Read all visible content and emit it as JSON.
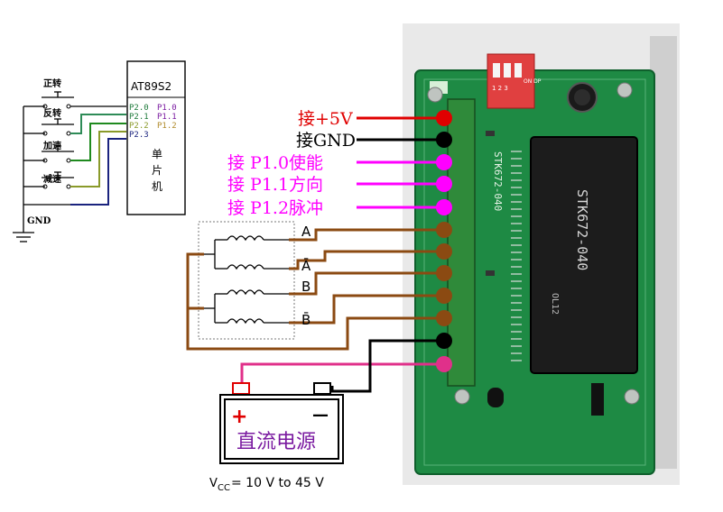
{
  "mcu": {
    "model": "AT89S2",
    "desc": [
      "单",
      "片",
      "机"
    ],
    "left_pins": [
      "P2.0",
      "P2.1",
      "P2.2",
      "P2.3"
    ],
    "right_pins": [
      "P1.0",
      "P1.1",
      "P1.2"
    ]
  },
  "buttons": [
    "正转",
    "反转",
    "加速",
    "减速"
  ],
  "gnd_label": "GND",
  "board": {
    "chip_label": "STK672-040",
    "chip_vertical_label": "STK672-040",
    "chip_small_label": "OL12",
    "dip_labels": [
      "1 2 3",
      "ON DP"
    ]
  },
  "connections": [
    {
      "text": "接+5V",
      "color": "#e00000"
    },
    {
      "text": "接GND",
      "color": "#000000"
    },
    {
      "text": "接 P1.0使能",
      "color": "#ff00ff"
    },
    {
      "text": "接 P1.1方向",
      "color": "#ff00ff"
    },
    {
      "text": "接 P1.2脉冲",
      "color": "#ff00ff"
    }
  ],
  "motor_phases": [
    "A",
    "Ā",
    "B",
    "B̄"
  ],
  "supply": {
    "label": "直流电源",
    "plus": "+",
    "minus": "—",
    "vcc_prefix": "V",
    "vcc_sub": "CC",
    "vcc_text": "= 10 V to 45 V"
  }
}
